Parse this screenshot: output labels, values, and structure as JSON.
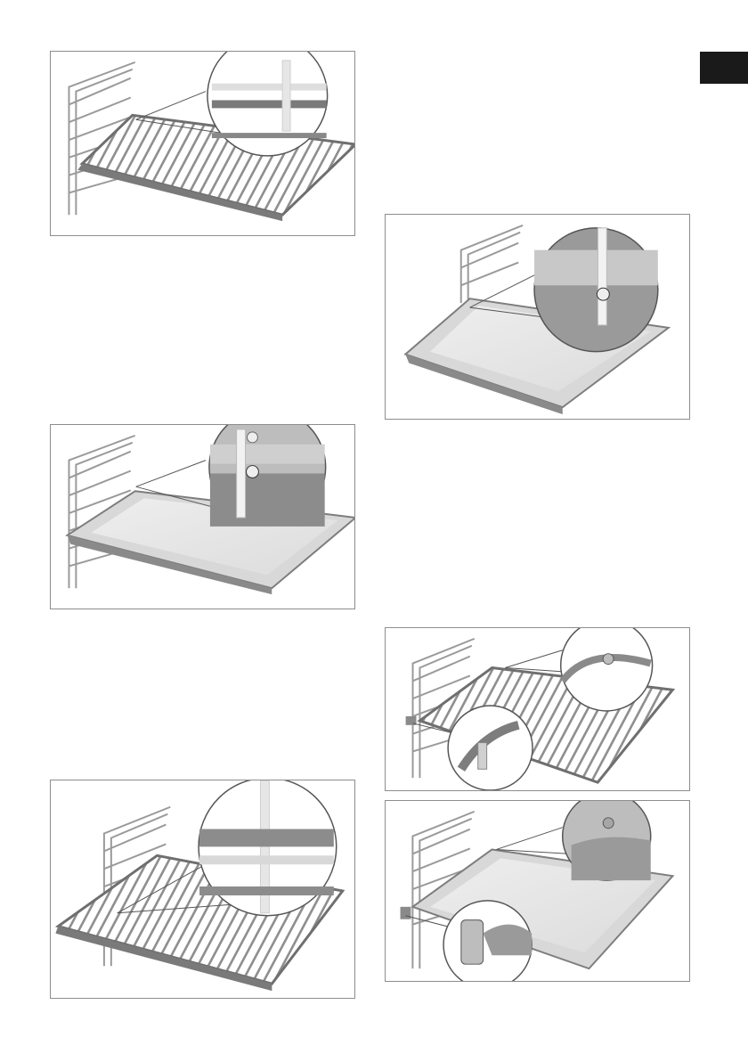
{
  "page": {
    "language_tab_color": "#1a1a1a",
    "frame_border_color": "#8d8d8d"
  },
  "figures": [
    {
      "name": "wire-rack-level-1"
    },
    {
      "name": "baking-tray-level-1"
    },
    {
      "name": "wire-rack-lowered"
    },
    {
      "name": "baking-tray-level-2"
    },
    {
      "name": "wire-rack-telescopic"
    },
    {
      "name": "baking-tray-telescopic"
    }
  ]
}
